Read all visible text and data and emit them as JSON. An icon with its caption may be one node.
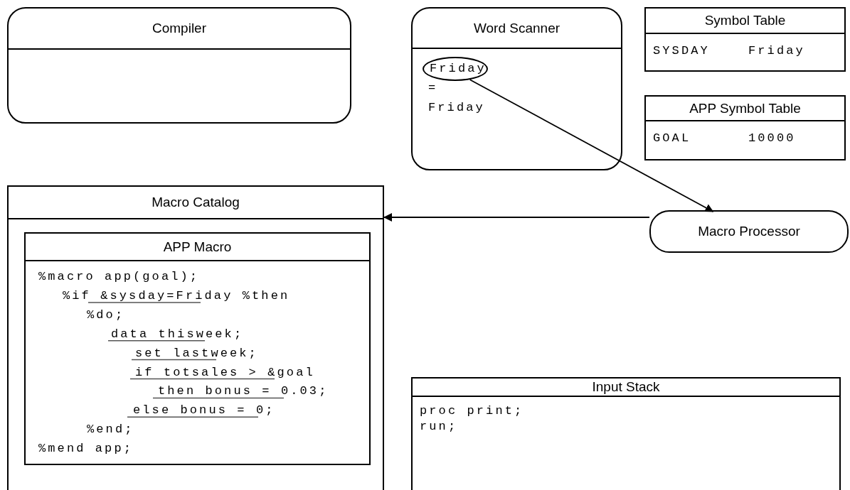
{
  "diagram": {
    "nodes": [
      {
        "text": [
          "Compiler"
        ]
      },
      {
        "text": [
          "Word Scanner",
          "=",
          "Friday"
        ]
      },
      {
        "text": [
          "Friday"
        ],
        "in": 1
      },
      {
        "text": [
          "Symbol Table",
          "SYSDAY",
          "Friday"
        ]
      },
      {
        "text": [
          "APP Symbol Table",
          "GOAL",
          "10000"
        ]
      },
      {
        "text": [
          "Macro Catalog"
        ]
      },
      {
        "text": [
          "APP Macro",
          "%macro app(goal);",
          "%if &sysday=Friday %then",
          "%do;",
          "data thisweek;",
          "set lastweek;",
          "if totsales > &goal",
          "then bonus = 0.03;",
          "else bonus = 0;",
          "%end;",
          "%mend app;"
        ],
        "in": 5
      },
      {
        "text": [
          "Macro Processor"
        ]
      },
      {
        "text": [
          "Input Stack",
          "proc print;",
          "run;"
        ]
      }
    ],
    "edges": [
      {
        "from": 2,
        "to": 7,
        "arrow": "to"
      },
      {
        "from": 7,
        "to": 5,
        "arrow": "to"
      }
    ]
  }
}
